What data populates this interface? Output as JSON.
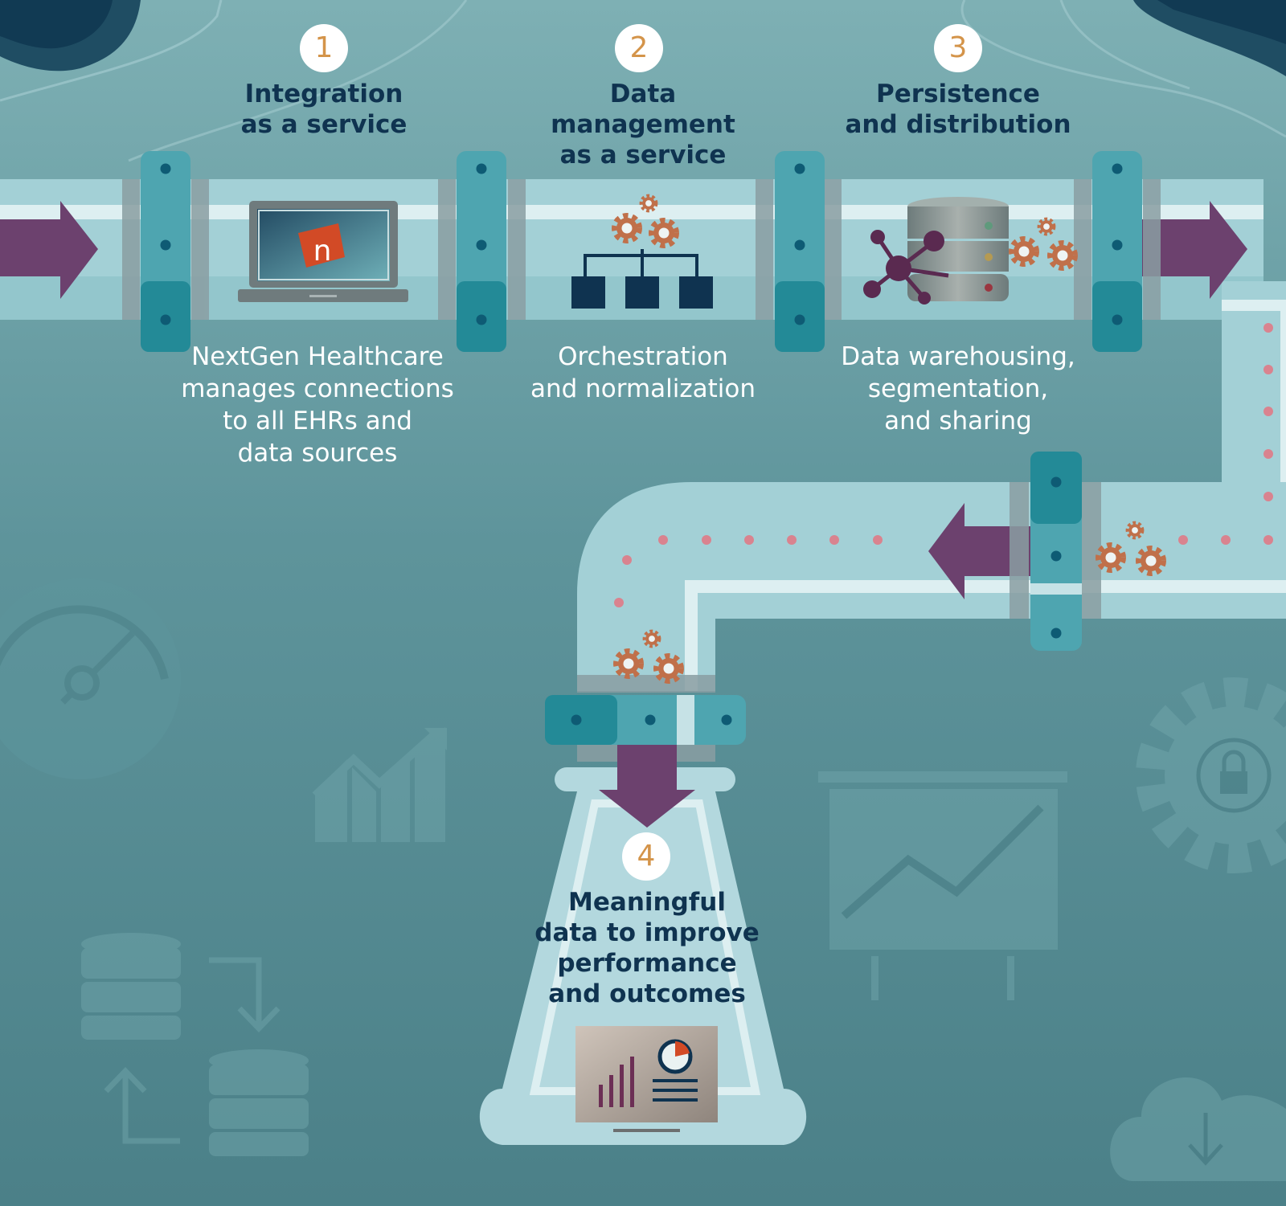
{
  "steps": [
    {
      "number": "1",
      "title_lines": [
        "Integration",
        "as a service"
      ],
      "description_lines": [
        "NextGen Healthcare",
        "manages connections",
        "to all EHRs and",
        "data sources"
      ],
      "icon": "laptop-icon",
      "logo_letter": "n"
    },
    {
      "number": "2",
      "title_lines": [
        "Data management",
        "as a service"
      ],
      "description_lines": [
        "Orchestration",
        "and normalization"
      ],
      "icon": "orchestration-icon"
    },
    {
      "number": "3",
      "title_lines": [
        "Persistence",
        "and distribution"
      ],
      "description_lines": [
        "Data warehousing,",
        "segmentation,",
        "and sharing"
      ],
      "icon": "database-icon"
    },
    {
      "number": "4",
      "title_lines": [
        "Meaningful",
        "data to improve",
        "performance",
        "and outcomes"
      ],
      "icon": "dashboard-icon"
    }
  ],
  "colors": {
    "background_top": "#7eb0b4",
    "background_bottom": "#4b8088",
    "pipe": "#a3d0d6",
    "pipe_highlight": "#ddeff1",
    "coupling": "#4ea5b0",
    "coupling_dark": "#238a97",
    "arrow": "#6c416e",
    "title_text": "#0f3350",
    "step_number": "#d4944a",
    "gear": "#c0704a"
  },
  "background_icons": [
    "gauge-icon",
    "trend-chart-icon",
    "presentation-board-icon",
    "lock-gear-icon",
    "database-transfer-icon",
    "cloud-download-icon"
  ]
}
